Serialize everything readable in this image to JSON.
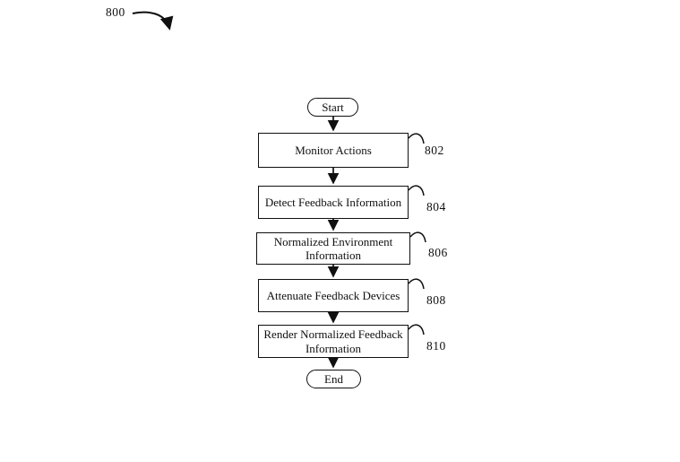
{
  "figure": {
    "reference_label": "800",
    "colors": {
      "line": "#101010",
      "background": "#ffffff"
    },
    "nodes": [
      {
        "id": "start",
        "type": "terminator",
        "label": "Start"
      },
      {
        "id": "step-802",
        "type": "process",
        "label": "Monitor Actions",
        "ref": "802"
      },
      {
        "id": "step-804",
        "type": "process",
        "label": "Detect Feedback Information",
        "ref": "804"
      },
      {
        "id": "step-806",
        "type": "process",
        "label": "Normalized Environment Information",
        "ref": "806"
      },
      {
        "id": "step-808",
        "type": "process",
        "label": "Attenuate Feedback Devices",
        "ref": "808"
      },
      {
        "id": "step-810",
        "type": "process",
        "label": "Render Normalized Feedback Information",
        "ref": "810"
      },
      {
        "id": "end",
        "type": "terminator",
        "label": "End"
      }
    ],
    "edges": [
      {
        "from": "start",
        "to": "step-802"
      },
      {
        "from": "step-802",
        "to": "step-804"
      },
      {
        "from": "step-804",
        "to": "step-806"
      },
      {
        "from": "step-806",
        "to": "step-808"
      },
      {
        "from": "step-808",
        "to": "step-810"
      },
      {
        "from": "step-810",
        "to": "end"
      }
    ]
  }
}
